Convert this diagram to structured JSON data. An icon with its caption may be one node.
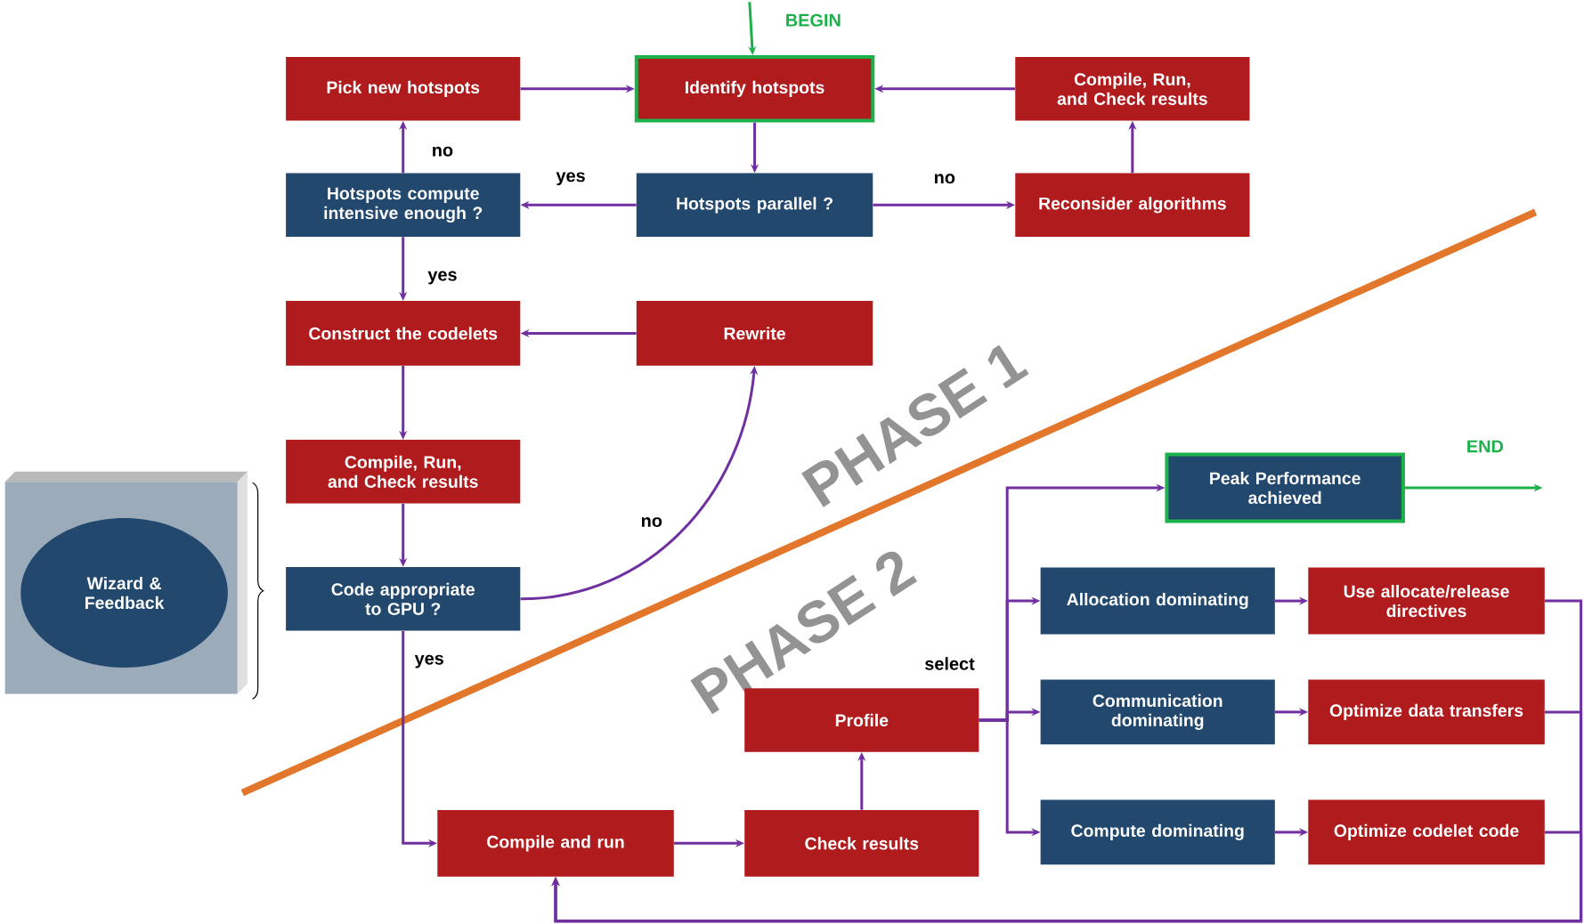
{
  "diagram": {
    "nodes": [
      {
        "text": [
          "Pick new hotspots"
        ]
      },
      {
        "text": [
          "Identify hotspots"
        ]
      },
      {
        "text": [
          "Compile, Run, and Check results"
        ]
      },
      {
        "text": [
          "Hotspots compute intensive enough ?"
        ]
      },
      {
        "text": [
          "Hotspots parallel ?"
        ]
      },
      {
        "text": [
          "Reconsider algorithms"
        ]
      },
      {
        "text": [
          "Construct the codelets"
        ]
      },
      {
        "text": [
          "Rewrite"
        ]
      },
      {
        "text": [
          "Compile, Run, and Check results"
        ]
      },
      {
        "text": [
          "Code appropriate to GPU ?"
        ]
      },
      {
        "text": [],
        "shape": "box"
      },
      {
        "text": [
          "Wizard & Feedback"
        ],
        "in": 10
      },
      {
        "text": [
          "Compile and run"
        ]
      },
      {
        "text": [
          "Check results"
        ]
      },
      {
        "text": [
          "Profile"
        ]
      },
      {
        "text": [
          "Peak Performance achieved"
        ]
      },
      {
        "text": [
          "Allocation dominating"
        ]
      },
      {
        "text": [
          "Communication dominating"
        ]
      },
      {
        "text": [
          "Compute dominating"
        ]
      },
      {
        "text": [
          "Use allocate/release directives"
        ]
      },
      {
        "text": [
          "Optimize data transfers"
        ]
      },
      {
        "text": [
          "Optimize codelet code"
        ]
      }
    ],
    "edges": [
      {
        "from": null,
        "to": 1,
        "arrow": "to",
        "label": "BEGIN",
        "color": "#1db14b"
      },
      {
        "from": 0,
        "to": 1,
        "arrow": "to"
      },
      {
        "from": 2,
        "to": 1,
        "arrow": "to"
      },
      {
        "from": 1,
        "to": 4,
        "arrow": "to"
      },
      {
        "from": 4,
        "to": 3,
        "arrow": "to",
        "label": "yes"
      },
      {
        "from": 4,
        "to": 5,
        "arrow": "to",
        "label": "no"
      },
      {
        "from": 5,
        "to": 2,
        "arrow": "to"
      },
      {
        "from": 3,
        "to": 0,
        "arrow": "to",
        "label": "no"
      },
      {
        "from": 3,
        "to": 6,
        "arrow": "to",
        "label": "yes"
      },
      {
        "from": 7,
        "to": 6,
        "arrow": "to"
      },
      {
        "from": 6,
        "to": 8,
        "arrow": "to"
      },
      {
        "from": 8,
        "to": 9,
        "arrow": "to"
      },
      {
        "from": 9,
        "to": 7,
        "arrow": "to",
        "label": "no"
      },
      {
        "from": 9,
        "to": 12,
        "arrow": "to",
        "label": "yes"
      },
      {
        "from": 12,
        "to": 13,
        "arrow": "to"
      },
      {
        "from": 13,
        "to": 14,
        "arrow": "to"
      },
      {
        "from": 14,
        "to": 15,
        "arrow": "to"
      },
      {
        "from": 14,
        "to": 16,
        "arrow": "to"
      },
      {
        "from": 14,
        "to": 17,
        "arrow": "to"
      },
      {
        "from": 14,
        "to": 18,
        "arrow": "to"
      },
      {
        "from": 15,
        "to": null,
        "arrow": "to",
        "label": "END",
        "color": "#1db14b"
      },
      {
        "from": 16,
        "to": 19,
        "arrow": "to"
      },
      {
        "from": 17,
        "to": 20,
        "arrow": "to"
      },
      {
        "from": 18,
        "to": 21,
        "arrow": "to"
      },
      {
        "from": 19,
        "to": 12,
        "arrow": "to"
      },
      {
        "from": 20,
        "to": 12,
        "arrow": "to"
      },
      {
        "from": 21,
        "to": 12,
        "arrow": "to"
      }
    ],
    "labels": [
      "PHASE 1",
      "PHASE 2",
      "select"
    ]
  }
}
